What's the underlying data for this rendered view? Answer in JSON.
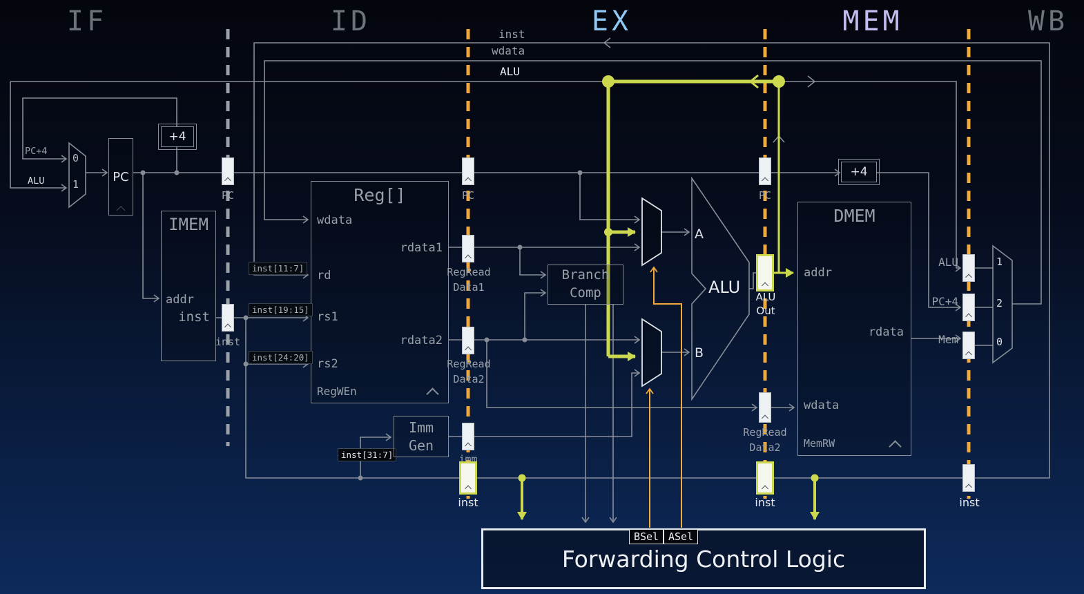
{
  "colors": {
    "background_top": "#04060d",
    "background_bottom": "#0d2a5c",
    "wire_gray": "#878e97",
    "highlight_yellow": "#ccd94e",
    "control_orange": "#f2a93b",
    "stage_default": "#6d737b",
    "stage_ex": "#8fc8f5",
    "stage_mem": "#c3bdf0",
    "register_white": "#eef1f4"
  },
  "stages": {
    "if": "IF",
    "id": "ID",
    "ex": "EX",
    "mem": "MEM",
    "wb": "WB"
  },
  "top_signals": {
    "inst": "inst",
    "wdata": "wdata",
    "alu": "ALU"
  },
  "if_stage": {
    "mux_in0_label": "PC+4",
    "mux_in1_label": "ALU",
    "mux_sel0": "0",
    "mux_sel1": "1",
    "pc_register": "PC",
    "plus4": "+4",
    "imem": {
      "title": "IMEM",
      "addr": "addr",
      "inst": "inst"
    }
  },
  "if_id_regs": {
    "pc": "PC",
    "inst": "inst"
  },
  "id_stage": {
    "regfile": {
      "title": "Reg[]",
      "wdata": "wdata",
      "rd": "rd",
      "rs1": "rs1",
      "rs2": "rs2",
      "regwen": "RegWEn",
      "rdata1": "rdata1",
      "rdata2": "rdata2"
    },
    "rd_bits": "inst[11:7]",
    "rs1_bits": "inst[19:15]",
    "rs2_bits": "inst[24:20]",
    "imm_bits": "inst[31:7]",
    "immgen": "Imm Gen"
  },
  "id_ex_regs": {
    "pc": "PC",
    "rdata1": "RegRead Data1",
    "rdata2": "RegRead Data2",
    "imm": "imm",
    "inst": "inst"
  },
  "ex_stage": {
    "branch_comp": "Branch Comp",
    "alu_a": "A",
    "alu_b": "B",
    "alu": "ALU"
  },
  "ex_mem_regs": {
    "pc": "PC",
    "alu_out": "ALU Out",
    "rdata2": "RegRead Data2",
    "inst": "inst"
  },
  "mem_stage": {
    "plus4": "+4",
    "dmem": {
      "title": "DMEM",
      "addr": "addr",
      "wdata": "wdata",
      "rdata": "rdata",
      "memrw": "MemRW"
    }
  },
  "mem_wb_regs": {
    "alu": "ALU",
    "pc4": "PC+4",
    "mem": "Mem",
    "inst": "inst"
  },
  "wb_stage": {
    "mux_sel1": "1",
    "mux_sel2": "2",
    "mux_sel0": "0"
  },
  "control": {
    "title": "Forwarding Control Logic",
    "bsel": "BSel",
    "asel": "ASel"
  }
}
